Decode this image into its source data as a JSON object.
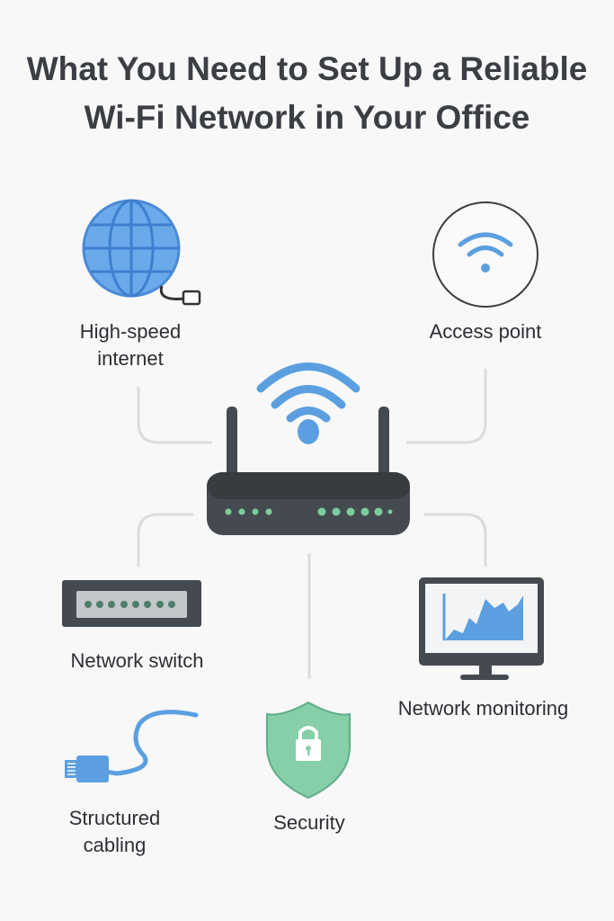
{
  "title": "What You Need to Set Up a Reliable Wi-Fi Network in Your Office",
  "items": {
    "internet": "High-speed internet",
    "access_point": "Access point",
    "switch": "Network switch",
    "monitoring": "Network monitoring",
    "cabling": "Structured cabling",
    "security": "Security"
  },
  "colors": {
    "blue": "#5b9fe0",
    "dark": "#444a50",
    "green": "#7ccd9d",
    "shield": "#86cfa8",
    "line": "#dadcdf"
  }
}
